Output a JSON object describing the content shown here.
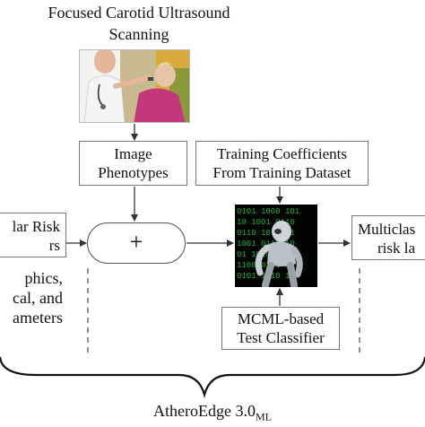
{
  "title": {
    "line1": "Focused Carotid Ultrasound",
    "line2": "Scanning"
  },
  "boxes": {
    "image_phenotypes": {
      "line1": "Image",
      "line2": "Phenotypes"
    },
    "training": {
      "line1": "Training Coefficients",
      "line2": "From Training Dataset"
    },
    "risk_factors": {
      "line1": "lar Risk",
      "line2": "rs"
    },
    "combiner": {
      "symbol": "+"
    },
    "test_classifier": {
      "line1": "MCML-based",
      "line2": "Test Classifier"
    },
    "multiclass": {
      "line1": "Multiclas",
      "line2": "risk la"
    }
  },
  "side_text": {
    "line1": "phics,",
    "line2": "cal, and",
    "line3": "ameters"
  },
  "brace_label": {
    "main": "AtheroEdge 3.0",
    "sub": "ML"
  },
  "images": {
    "ultrasound_photo": "ultrasound-scan-photo",
    "robot": "robot-with-binary-code"
  }
}
